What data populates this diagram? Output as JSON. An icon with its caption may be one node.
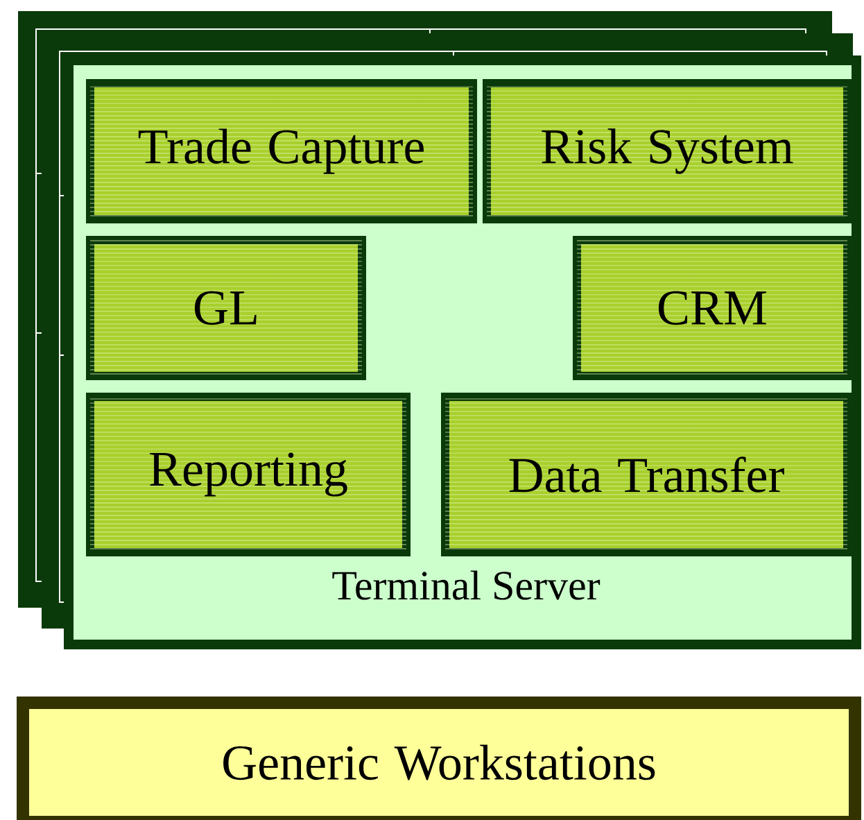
{
  "diagram": {
    "nodes": [
      {
        "text": [],
        "shape": "box"
      },
      {
        "text": [],
        "shape": "box"
      },
      {
        "text": [
          "Terminal Server"
        ]
      },
      {
        "text": [
          "Trade Capture"
        ],
        "in": 2
      },
      {
        "text": [
          "Risk System"
        ],
        "in": 2
      },
      {
        "text": [
          "GL"
        ],
        "in": 2
      },
      {
        "text": [
          "CRM"
        ],
        "in": 2
      },
      {
        "text": [
          "Reporting"
        ],
        "in": 2
      },
      {
        "text": [
          "Data Transfer"
        ],
        "in": 2
      },
      {
        "text": [
          "Generic Workstations"
        ]
      }
    ]
  }
}
